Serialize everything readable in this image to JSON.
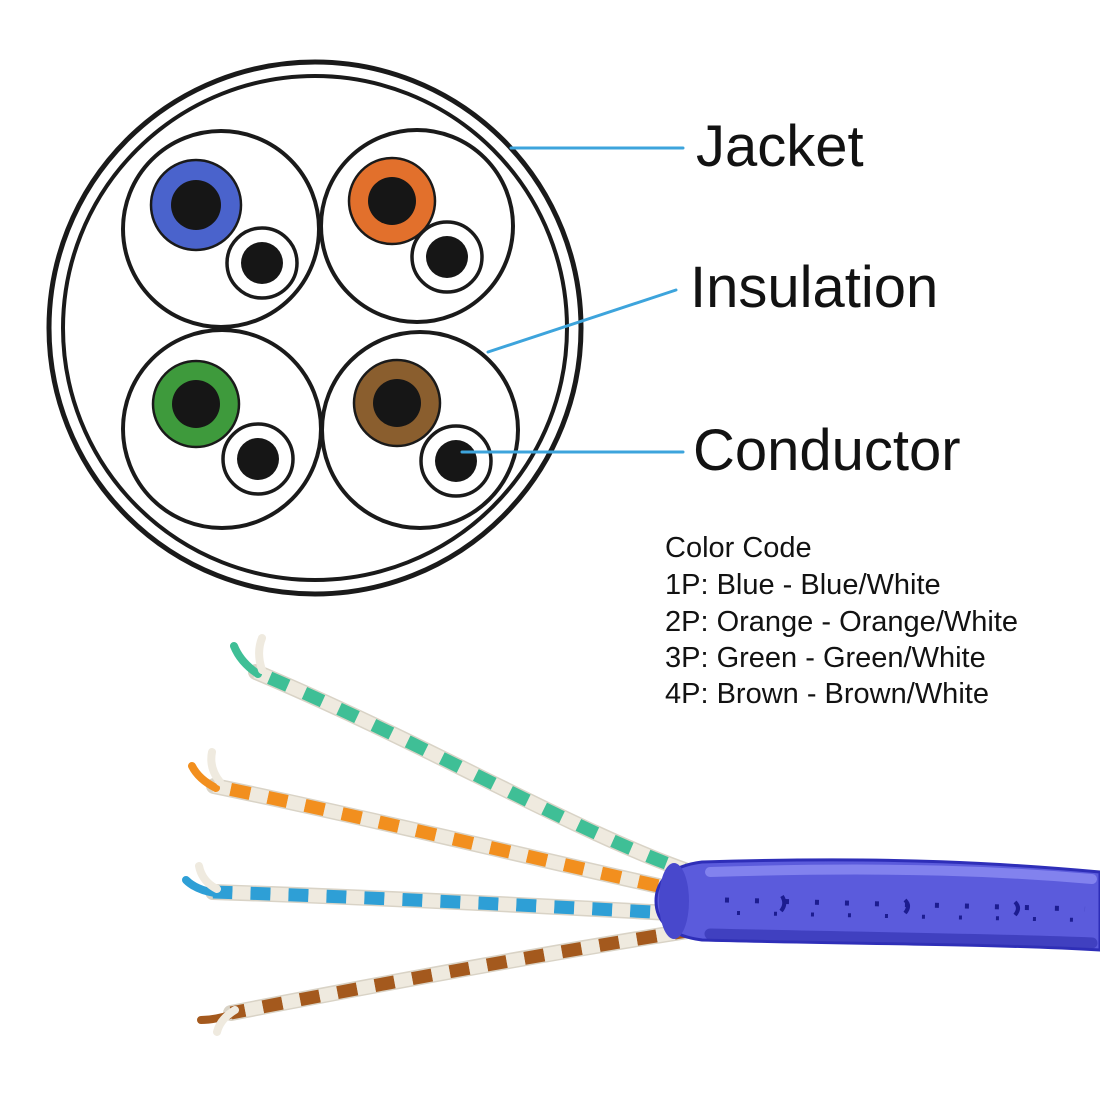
{
  "diagram": {
    "labels": {
      "jacket": "Jacket",
      "insulation": "Insulation",
      "conductor": "Conductor"
    }
  },
  "color_code": {
    "title": "Color Code",
    "entries": [
      "1P: Blue - Blue/White",
      "2P: Orange - Orange/White",
      "3P: Green - Green/White",
      "4P: Brown - Brown/White"
    ]
  },
  "colors": {
    "outline": "#1a1a1a",
    "leader_line": "#3da4dc",
    "insulation_blue": "#4a63cc",
    "insulation_orange": "#e2702c",
    "insulation_green": "#3e9a3c",
    "insulation_brown": "#8a5e2e",
    "conductor_core": "#161616",
    "wire_green": "#3fbf96",
    "wire_orange": "#f28f1e",
    "wire_blue": "#2e9fd6",
    "wire_brown": "#a4591d",
    "wire_white": "#efeadf",
    "wire_under": "#d9d3c6",
    "cable_body": "#5b5bdc",
    "cable_edge": "#2e2eb8",
    "cable_highlight": "#8f8ff4",
    "cable_shadow": "#3434b4",
    "cable_endcap": "#4848cc",
    "cable_print": "#1c1c90"
  }
}
